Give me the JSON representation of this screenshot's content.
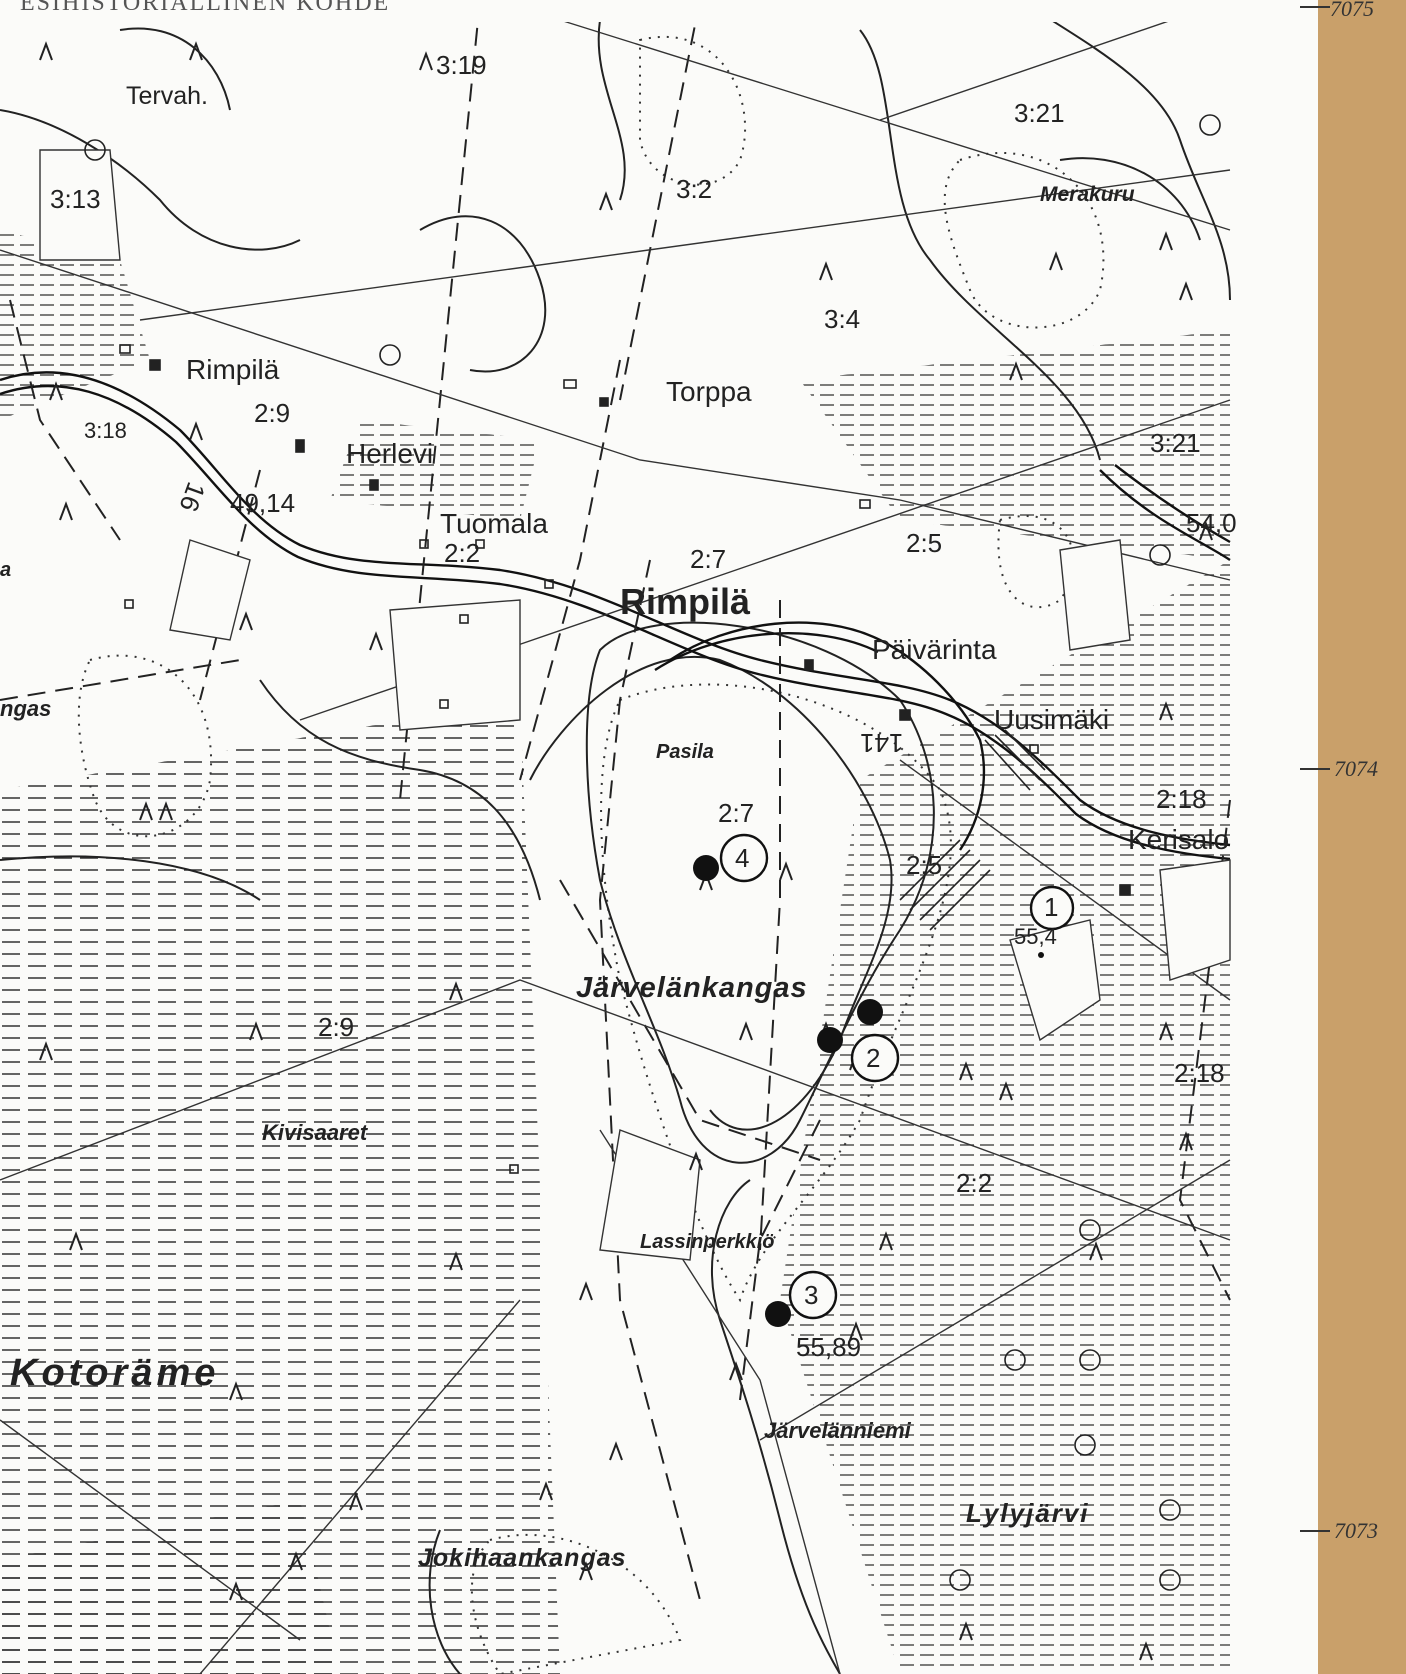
{
  "header_note": "ESIHISTORIALLINEN KOHDE",
  "grid_labels": {
    "top": "7075",
    "middle": "7074",
    "bottom": "7073"
  },
  "colors": {
    "paper": "#fbfbf9",
    "ink": "#222222",
    "backing": "#c9a06a"
  },
  "places": {
    "tervah": "Tervah.",
    "rimpila_small": "Rimpilä",
    "herlevi": "Herlevi",
    "torppa": "Torppa",
    "tuomala": "Tuomala",
    "rimpila_big": "Rimpilä",
    "paivarinta": "Päivärinta",
    "uusimaki": "Uusimäki",
    "kerisalo": "Kerisalo",
    "merakuru": "Merakuru",
    "pasila": "Pasila",
    "jarvelankangas": "Järvelänkangas",
    "kivisaaret": "Kivisaaret",
    "lassinperkkio": "Lassinperkkiö",
    "kotorame": "Kotoräme",
    "jarvelanniemi": "Järvelänniemi",
    "lylyjarvi": "Lylyjärvi",
    "jokihaankangas": "Jokihaankangas",
    "ngas": "ngas",
    "a": "a"
  },
  "parcels": [
    "3:19",
    "3:21",
    "3:13",
    "3:2",
    "3:4",
    "2:9",
    "3:18",
    "3:21",
    "2:2",
    "2:7",
    "2:5",
    "2:18",
    "2:7",
    "2:5",
    "2:9",
    "2:18",
    "2:2"
  ],
  "elevations": [
    "49,14",
    "54,0",
    "55,4",
    "55,89"
  ],
  "sites": [
    "1",
    "2",
    "3",
    "4"
  ],
  "road_numbers": [
    "16",
    "141"
  ]
}
